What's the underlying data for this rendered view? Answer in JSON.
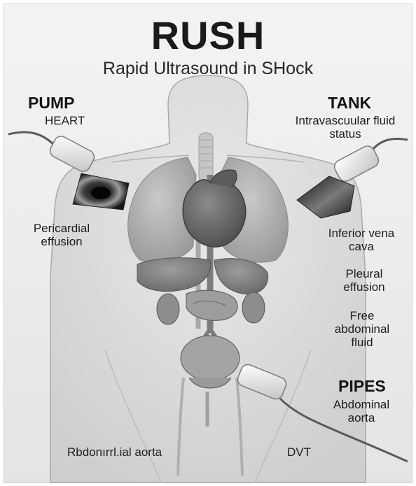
{
  "title": "RUSH",
  "subtitle": "Rapid Ultrasound in SHock",
  "pump": {
    "heading": "PUMP",
    "sub": "HEART"
  },
  "tank": {
    "heading": "TANK",
    "sub": "Intravascuular fluid status"
  },
  "pipes": {
    "heading": "PIPES",
    "sub": "Abdominal aorta"
  },
  "labels": {
    "pericardial": "Pericardial effusion",
    "ivc": "Inferior vena cava",
    "pleural": "Pleural effusion",
    "free_fluid": "Free abdominal fluid",
    "bottom_left": "Rbdonırrl.ial aorta",
    "dvt": "DVT"
  },
  "colors": {
    "background": "#eeeeee",
    "body": "#dcdcdc",
    "organ_dark": "#6e6e6e",
    "organ_light": "#bdbdbd",
    "text": "#1d1d1d"
  }
}
